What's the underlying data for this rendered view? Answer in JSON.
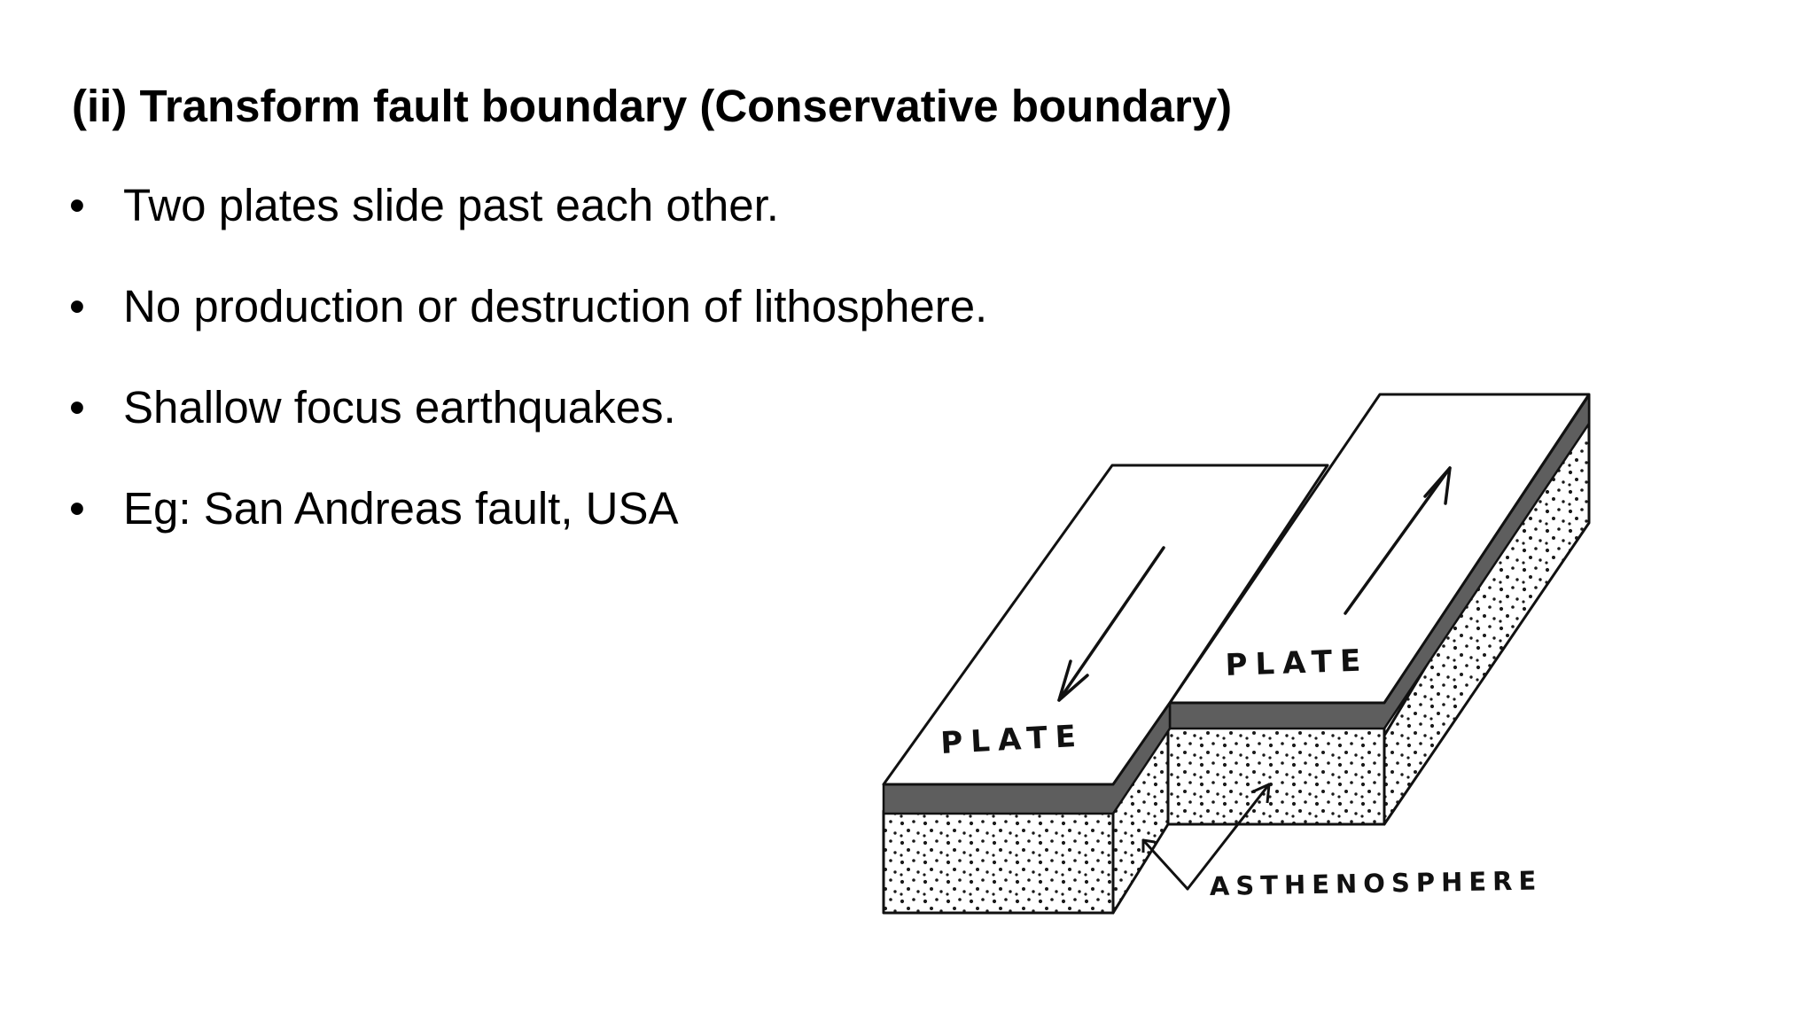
{
  "slide": {
    "title": "(ii) Transform fault boundary (Conservative boundary)",
    "bullet_marker": "•",
    "bullets": [
      "Two plates slide past each other.",
      "No production or destruction of lithosphere.",
      "Shallow focus earthquakes.",
      "Eg: San Andreas fault, USA"
    ]
  },
  "diagram": {
    "label_plate_left": "PLATE",
    "label_plate_right": "PLATE",
    "label_asthenosphere": "ASTHENOSPHERE"
  }
}
